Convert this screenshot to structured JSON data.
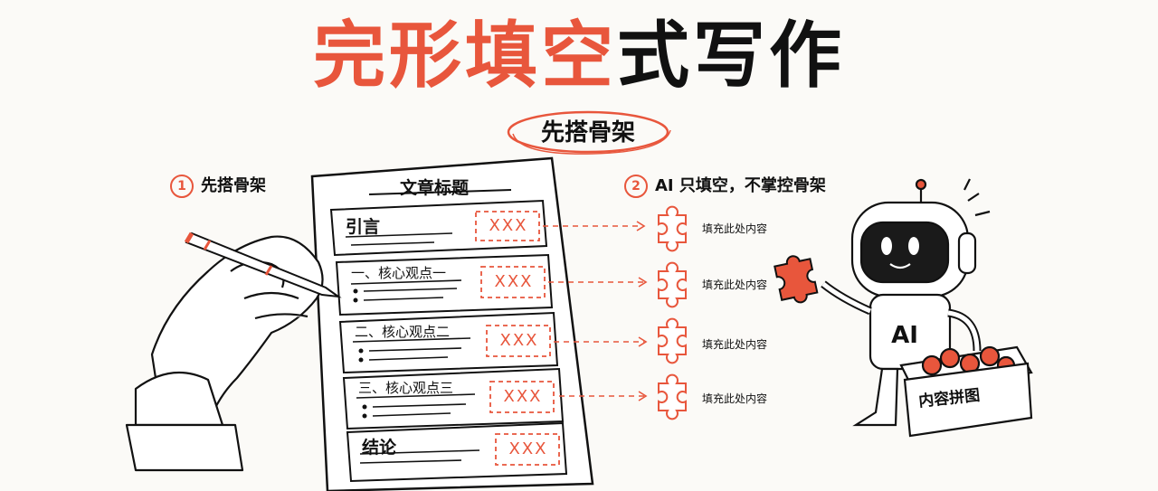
{
  "title": {
    "highlight": "完形填空",
    "rest": "式写作"
  },
  "subtitle": "先搭骨架",
  "steps": [
    {
      "num": "1",
      "label": "先搭骨架"
    },
    {
      "num": "2",
      "label": "AI 只填空，不掌控骨架"
    }
  ],
  "document": {
    "title": "文章标题",
    "sections": [
      {
        "label": "引言",
        "placeholder": "XXX"
      },
      {
        "label": "一、核心观点一",
        "placeholder": "XXX"
      },
      {
        "label": "二、核心观点二",
        "placeholder": "XXX"
      },
      {
        "label": "三、核心观点三",
        "placeholder": "XXX"
      },
      {
        "label": "结论",
        "placeholder": "XXX"
      }
    ]
  },
  "fills": [
    "填充此处内容",
    "填充此处内容",
    "填充此处内容",
    "填充此处内容"
  ],
  "robot": {
    "chest_label": "AI",
    "box_label": "内容拼图"
  },
  "colors": {
    "accent": "#e8563c",
    "ink": "#111111",
    "paper": "#fbfaf7"
  },
  "icons": [
    "pen-icon",
    "hand-icon",
    "puzzle-piece-icon",
    "robot-icon",
    "puzzle-box-icon"
  ]
}
